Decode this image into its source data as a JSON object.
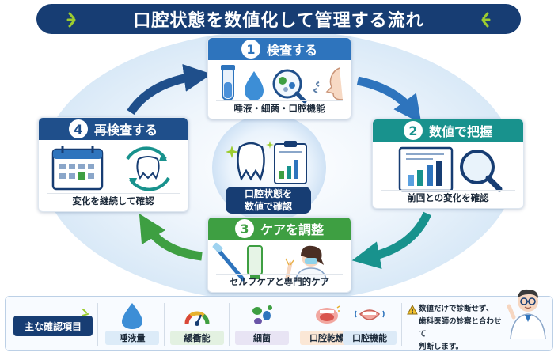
{
  "title": "口腔状態を数値化して管理する流れ",
  "steps": [
    {
      "number": "1",
      "label": "検査する",
      "caption": "唾液・細菌・口腔機能"
    },
    {
      "number": "2",
      "label": "数値で把握",
      "caption": "前回との変化を確認"
    },
    {
      "number": "3",
      "label": "ケアを調整",
      "caption": "セルフケアと専門的ケア"
    },
    {
      "number": "4",
      "label": "再検査する",
      "caption": "変化を継続して確認"
    }
  ],
  "center": {
    "line1": "口腔状態を",
    "line2": "数値で確認"
  },
  "bottom": {
    "heading": "主な確認項目",
    "items": [
      "唾液量",
      "緩衝能",
      "細菌",
      "口腔乾燥",
      "口腔機能"
    ],
    "note": [
      "数値だけで診断せず、",
      "歯科医師の診察と合わせて",
      "判断します。"
    ]
  },
  "colors": {
    "navy": "#173d73",
    "step1": "#2e74bd",
    "step2": "#18928d",
    "step3": "#3e9f42",
    "step4": "#1f4f8b",
    "spark": "#9ccc2f"
  }
}
